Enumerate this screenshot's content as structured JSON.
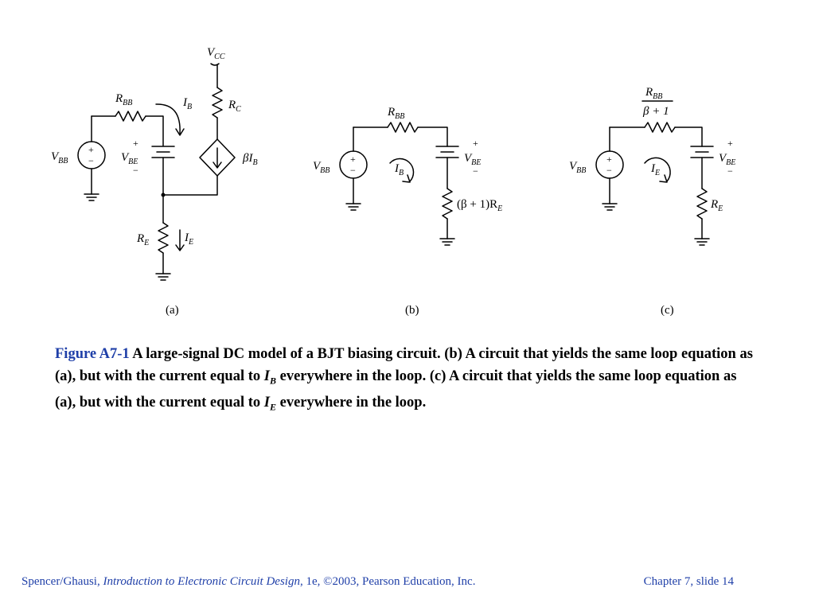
{
  "figure": {
    "panels": [
      {
        "id": "a",
        "label": "(a)",
        "labels": {
          "vcc": "V",
          "vcc_sub": "CC",
          "rbb": "R",
          "rbb_sub": "BB",
          "ib": "I",
          "ib_sub": "B",
          "rc": "R",
          "rc_sub": "C",
          "vbb": "V",
          "vbb_sub": "BB",
          "vbe": "V",
          "vbe_sub": "BE",
          "beta_ib": "βI",
          "beta_ib_sub": "B",
          "re": "R",
          "re_sub": "E",
          "ie": "I",
          "ie_sub": "E"
        }
      },
      {
        "id": "b",
        "label": "(b)",
        "labels": {
          "rbb": "R",
          "rbb_sub": "BB",
          "vbb": "V",
          "vbb_sub": "BB",
          "ib": "I",
          "ib_sub": "B",
          "vbe": "V",
          "vbe_sub": "BE",
          "re_expr": "(β + 1)R",
          "re_sub": "E"
        }
      },
      {
        "id": "c",
        "label": "(c)",
        "labels": {
          "rbb": "R",
          "rbb_sub": "BB",
          "rbb_den": "β + 1",
          "vbb": "V",
          "vbb_sub": "BB",
          "ie": "I",
          "ie_sub": "E",
          "vbe": "V",
          "vbe_sub": "BE",
          "re": "R",
          "re_sub": "E"
        }
      }
    ]
  },
  "caption": {
    "figure_label": "Figure A7-1",
    "text_1": " A large-signal DC model of a BJT biasing circuit. (b) A circuit that yields the same loop equation as (a), but with the current equal to ",
    "ib": "I",
    "ib_sub": "B",
    "text_2": " everywhere in the loop. (c) A circuit that yields the same loop equation as (a), but with the current equal to ",
    "ie": "I",
    "ie_sub": "E",
    "text_3": " everywhere in the loop."
  },
  "footer": {
    "authors": "Spencer/Ghausi, ",
    "book_title": "Introduction to Electronic Circuit Design",
    "edition": ", 1e, ©2003, Pearson Education, Inc.",
    "chapter_slide": "Chapter 7, slide 14"
  }
}
